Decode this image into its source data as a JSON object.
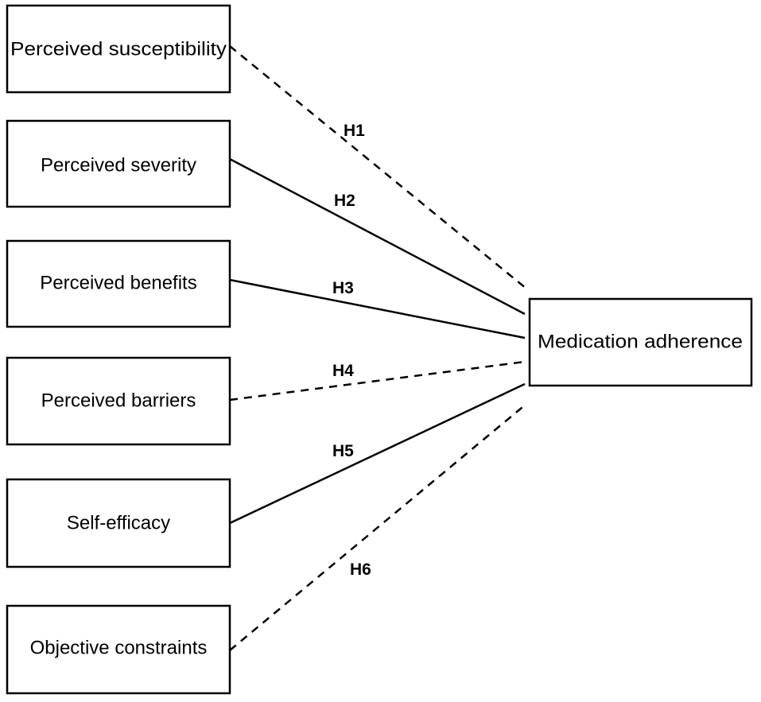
{
  "colors": {
    "line": "#000000",
    "background": "#ffffff"
  },
  "nodes": [
    {
      "id": "n1",
      "label": "Perceived susceptibility"
    },
    {
      "id": "n2",
      "label": "Perceived severity"
    },
    {
      "id": "n3",
      "label": "Perceived benefits"
    },
    {
      "id": "n4",
      "label": "Perceived barriers"
    },
    {
      "id": "n5",
      "label": "Self-efficacy"
    },
    {
      "id": "n6",
      "label": "Objective constraints"
    },
    {
      "id": "target",
      "label": "Medication adherence"
    }
  ],
  "edges": [
    {
      "from": "n1",
      "to": "target",
      "label": "H1",
      "style": "dashed"
    },
    {
      "from": "n2",
      "to": "target",
      "label": "H2",
      "style": "solid"
    },
    {
      "from": "n3",
      "to": "target",
      "label": "H3",
      "style": "solid"
    },
    {
      "from": "n4",
      "to": "target",
      "label": "H4",
      "style": "dashed"
    },
    {
      "from": "n5",
      "to": "target",
      "label": "H5",
      "style": "solid"
    },
    {
      "from": "n6",
      "to": "target",
      "label": "H6",
      "style": "dashed"
    }
  ]
}
